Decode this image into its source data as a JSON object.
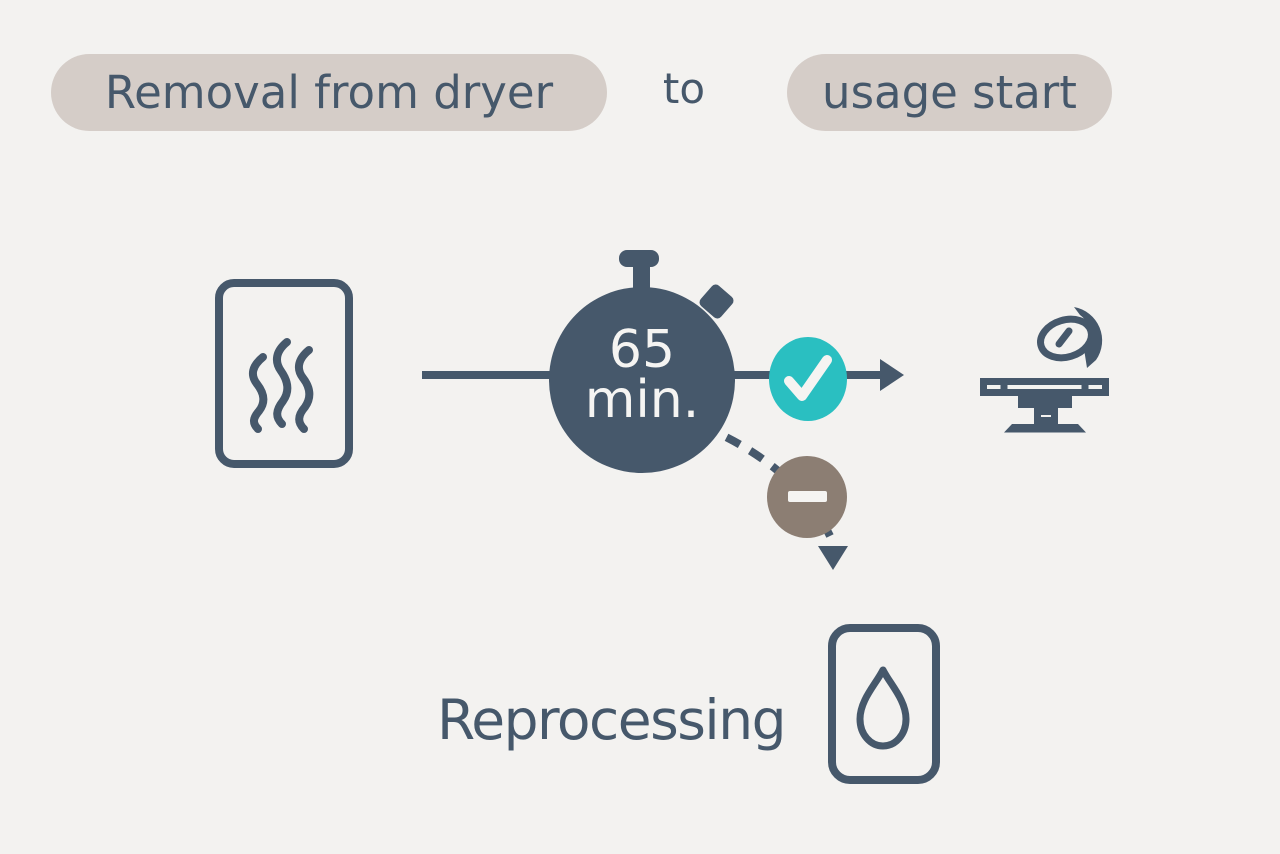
{
  "colors": {
    "background": "#f3f2f0",
    "pill-bg": "#d5cdc8",
    "slate": "#46586b",
    "teal": "#2abfc1",
    "taupe": "#8c7e73",
    "light-text": "#f5f4f2"
  },
  "range_selector": {
    "from_label": "Removal from dryer",
    "connector_label": "to",
    "to_label": "usage start"
  },
  "diagram": {
    "timer": {
      "value": "65",
      "unit": "min."
    },
    "source_icon": "card-with-heat-waves",
    "success_path": {
      "badge_icon": "check",
      "destination_icon": "operating-table-with-surgical-lamp"
    },
    "fail_path": {
      "badge_icon": "minus",
      "label": "Reprocessing",
      "destination_icon": "card-with-water-drop"
    }
  }
}
